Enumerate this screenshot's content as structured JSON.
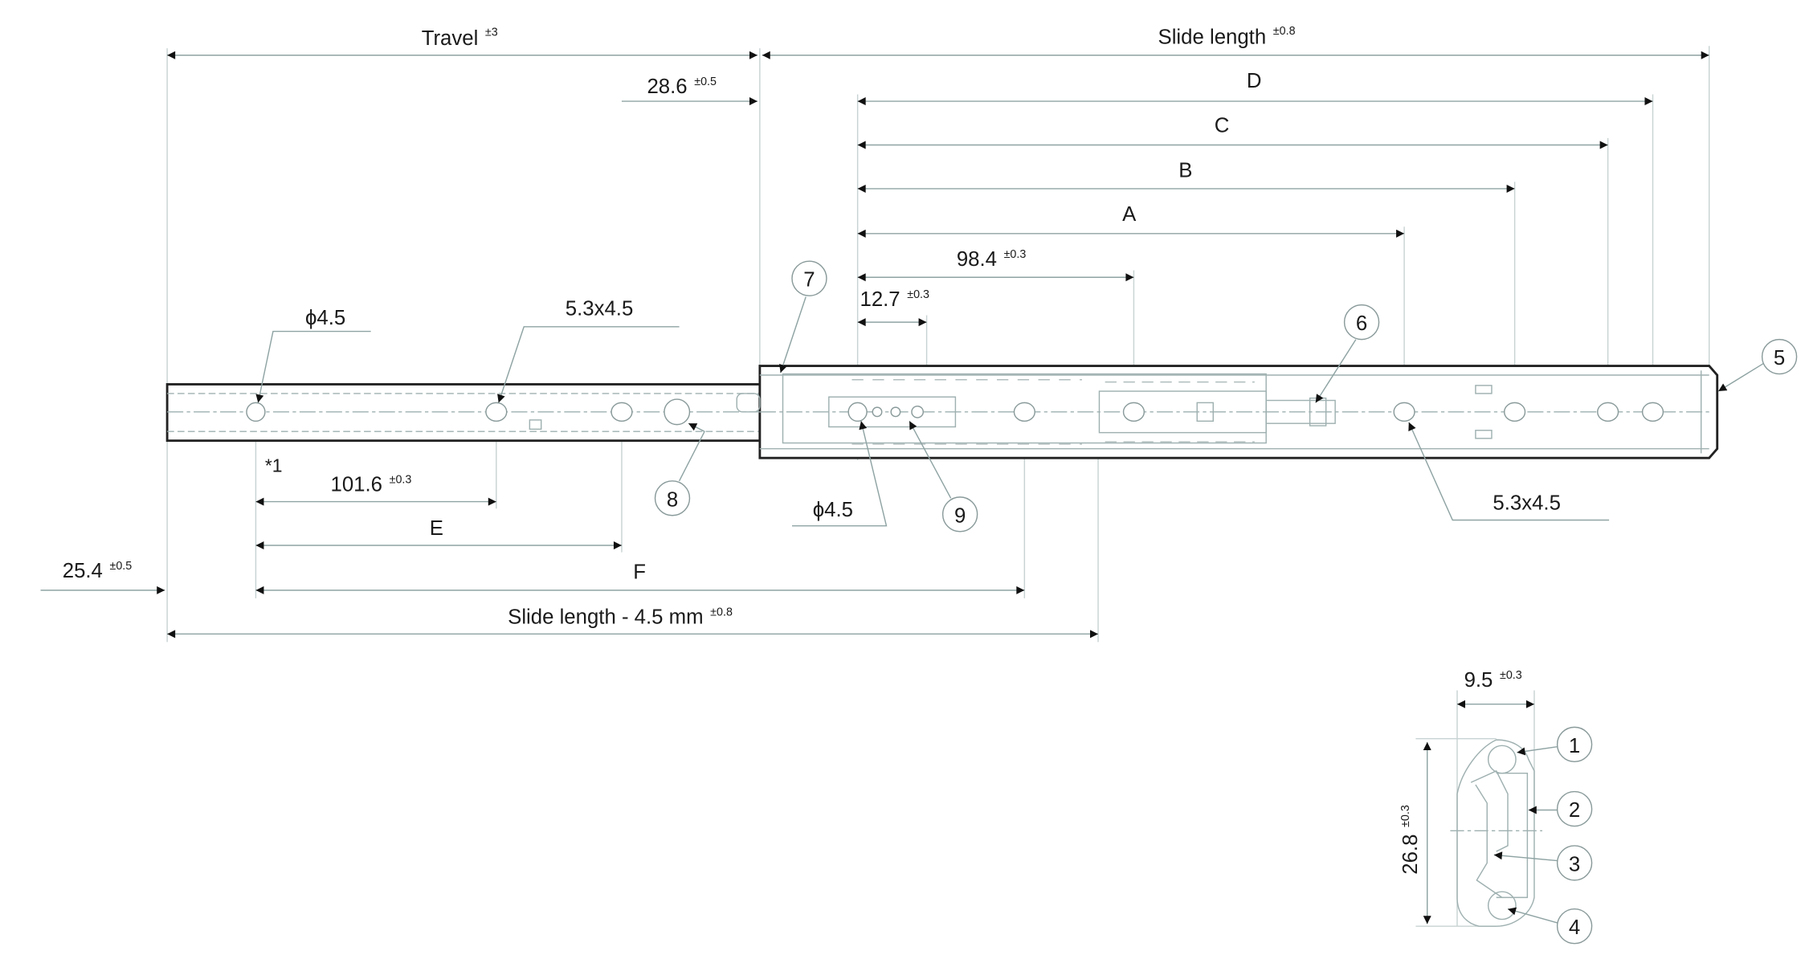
{
  "dimensions": {
    "travel": {
      "label": "Travel",
      "tol": "±3"
    },
    "slide_length": {
      "label": "Slide length",
      "tol": "±0.8"
    },
    "d286": {
      "label": "28.6",
      "tol": "±0.5"
    },
    "D": {
      "label": "D"
    },
    "C": {
      "label": "C"
    },
    "B": {
      "label": "B"
    },
    "A": {
      "label": "A"
    },
    "d984": {
      "label": "98.4",
      "tol": "±0.3"
    },
    "d127": {
      "label": "12.7",
      "tol": "±0.3"
    },
    "d1016": {
      "label": "101.6",
      "tol": "±0.3"
    },
    "E": {
      "label": "E"
    },
    "F": {
      "label": "F"
    },
    "d254": {
      "label": "25.4",
      "tol": "±0.5"
    },
    "slide_minus": {
      "label": "Slide length - 4.5 mm",
      "tol": "±0.8"
    },
    "w95": {
      "label": "9.5",
      "tol": "±0.3"
    },
    "h268": {
      "label": "26.8",
      "tol": "±0.3"
    }
  },
  "notes": {
    "hole_dia_left": "ϕ4.5",
    "slot_left": "5.3x4.5",
    "hole_dia_mid": "ϕ4.5",
    "slot_right": "5.3x4.5",
    "footnote": "*1"
  },
  "callouts": [
    "1",
    "2",
    "3",
    "4",
    "5",
    "6",
    "7",
    "8",
    "9"
  ]
}
